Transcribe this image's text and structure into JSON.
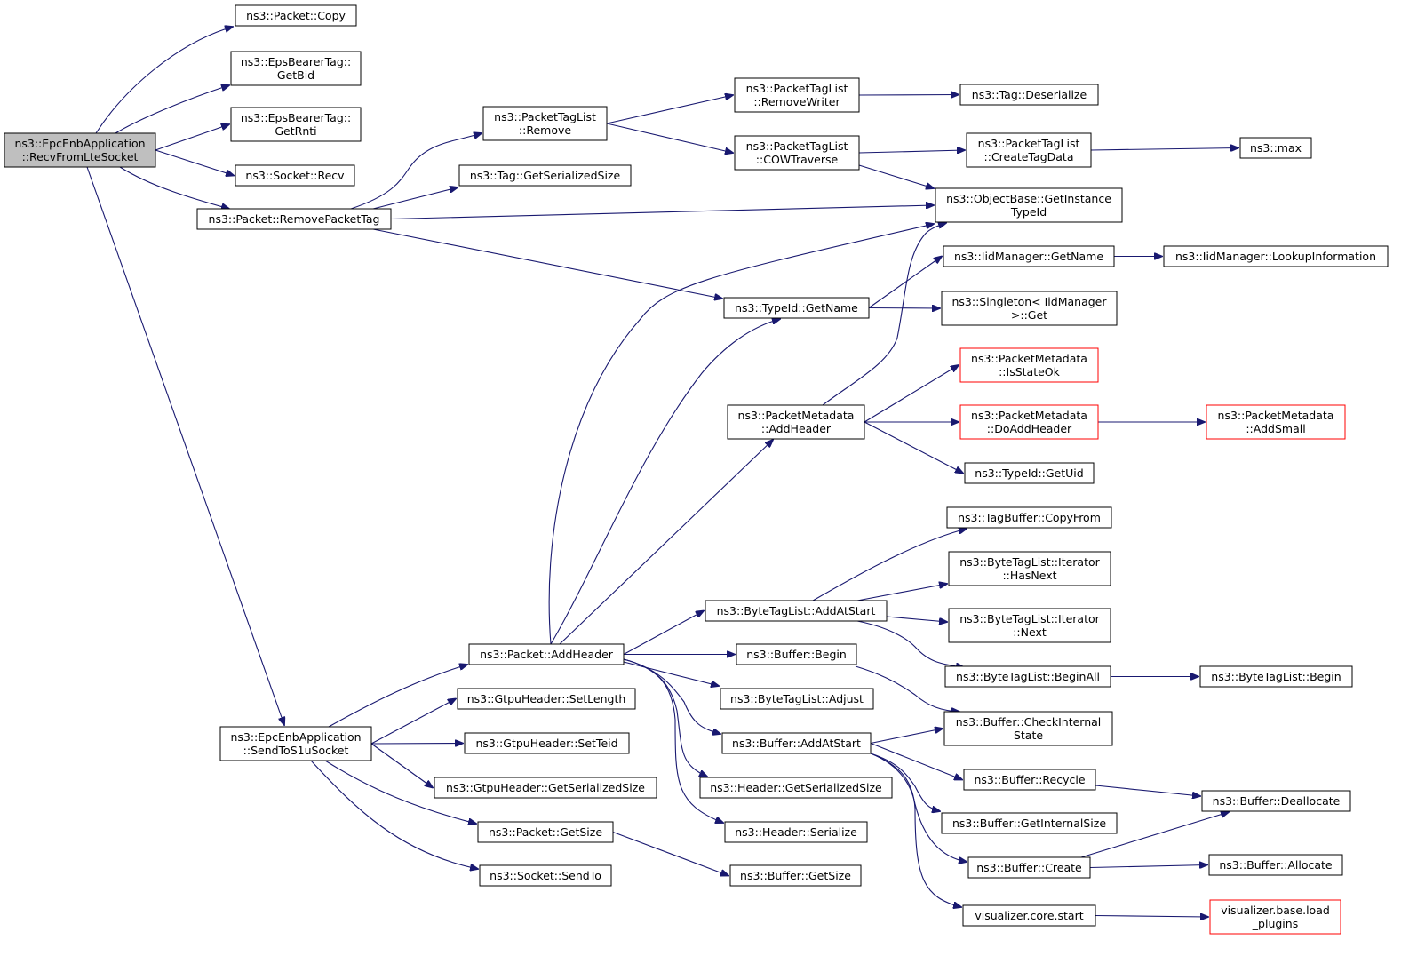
{
  "diagram": {
    "colors": {
      "edge": "#191970",
      "node_border": "#000000",
      "node_fill": "#ffffff",
      "root_fill": "#bfbfbf",
      "incomplete_border": "#ff0000"
    },
    "nodes": [
      {
        "id": "root",
        "lines": [
          "ns3::EpcEnbApplication",
          "::RecvFromLteSocket"
        ],
        "style": "root"
      },
      {
        "id": "packet_copy",
        "lines": [
          "ns3::Packet::Copy"
        ]
      },
      {
        "id": "epsbearer_getbid",
        "lines": [
          "ns3::EpsBearerTag::",
          "GetBid"
        ]
      },
      {
        "id": "epsbearer_getrnti",
        "lines": [
          "ns3::EpsBearerTag::",
          "GetRnti"
        ]
      },
      {
        "id": "socket_recv",
        "lines": [
          "ns3::Socket::Recv"
        ]
      },
      {
        "id": "packet_removepackettag",
        "lines": [
          "ns3::Packet::RemovePacketTag"
        ]
      },
      {
        "id": "send_to_s1u",
        "lines": [
          "ns3::EpcEnbApplication",
          "::SendToS1uSocket"
        ]
      },
      {
        "id": "ptl_remove",
        "lines": [
          "ns3::PacketTagList",
          "::Remove"
        ]
      },
      {
        "id": "tag_getserializedsize",
        "lines": [
          "ns3::Tag::GetSerializedSize"
        ]
      },
      {
        "id": "ptl_removewriter",
        "lines": [
          "ns3::PacketTagList",
          "::RemoveWriter"
        ]
      },
      {
        "id": "ptl_cowtraverse",
        "lines": [
          "ns3::PacketTagList",
          "::COWTraverse"
        ]
      },
      {
        "id": "tag_deserialize",
        "lines": [
          "ns3::Tag::Deserialize"
        ]
      },
      {
        "id": "ptl_createtagdata",
        "lines": [
          "ns3::PacketTagList",
          "::CreateTagData"
        ]
      },
      {
        "id": "ns3_max",
        "lines": [
          "ns3::max"
        ]
      },
      {
        "id": "objectbase_getinstancetypeid",
        "lines": [
          "ns3::ObjectBase::GetInstance",
          "TypeId"
        ]
      },
      {
        "id": "iidmanager_getname",
        "lines": [
          "ns3::IidManager::GetName"
        ]
      },
      {
        "id": "iidmanager_lookupinformation",
        "lines": [
          "ns3::IidManager::LookupInformation"
        ]
      },
      {
        "id": "typeid_getname",
        "lines": [
          "ns3::TypeId::GetName"
        ]
      },
      {
        "id": "singleton_get",
        "lines": [
          "ns3::Singleton< IidManager",
          ">::Get"
        ]
      },
      {
        "id": "pm_isstateok",
        "lines": [
          "ns3::PacketMetadata",
          "::IsStateOk"
        ],
        "style": "red"
      },
      {
        "id": "pm_addheader",
        "lines": [
          "ns3::PacketMetadata",
          "::AddHeader"
        ]
      },
      {
        "id": "pm_doaddheader",
        "lines": [
          "ns3::PacketMetadata",
          "::DoAddHeader"
        ],
        "style": "red"
      },
      {
        "id": "pm_addsmall",
        "lines": [
          "ns3::PacketMetadata",
          "::AddSmall"
        ],
        "style": "red"
      },
      {
        "id": "typeid_getuid",
        "lines": [
          "ns3::TypeId::GetUid"
        ]
      },
      {
        "id": "tagbuffer_copyfrom",
        "lines": [
          "ns3::TagBuffer::CopyFrom"
        ]
      },
      {
        "id": "btl_iter_hasnext",
        "lines": [
          "ns3::ByteTagList::Iterator",
          "::HasNext"
        ]
      },
      {
        "id": "btl_addatstart",
        "lines": [
          "ns3::ByteTagList::AddAtStart"
        ]
      },
      {
        "id": "btl_iter_next",
        "lines": [
          "ns3::ByteTagList::Iterator",
          "::Next"
        ]
      },
      {
        "id": "packet_addheader",
        "lines": [
          "ns3::Packet::AddHeader"
        ]
      },
      {
        "id": "buffer_begin",
        "lines": [
          "ns3::Buffer::Begin"
        ]
      },
      {
        "id": "btl_beginall",
        "lines": [
          "ns3::ByteTagList::BeginAll"
        ]
      },
      {
        "id": "btl_begin",
        "lines": [
          "ns3::ByteTagList::Begin"
        ]
      },
      {
        "id": "btl_adjust",
        "lines": [
          "ns3::ByteTagList::Adjust"
        ]
      },
      {
        "id": "gtpu_setlength",
        "lines": [
          "ns3::GtpuHeader::SetLength"
        ]
      },
      {
        "id": "buffer_checkinternalstate",
        "lines": [
          "ns3::Buffer::CheckInternal",
          "State"
        ]
      },
      {
        "id": "buffer_addatstart",
        "lines": [
          "ns3::Buffer::AddAtStart"
        ]
      },
      {
        "id": "gtpu_setteid",
        "lines": [
          "ns3::GtpuHeader::SetTeid"
        ]
      },
      {
        "id": "buffer_recycle",
        "lines": [
          "ns3::Buffer::Recycle"
        ]
      },
      {
        "id": "gtpu_getserializedsize",
        "lines": [
          "ns3::GtpuHeader::GetSerializedSize"
        ]
      },
      {
        "id": "header_getserializedsize",
        "lines": [
          "ns3::Header::GetSerializedSize"
        ]
      },
      {
        "id": "buffer_deallocate",
        "lines": [
          "ns3::Buffer::Deallocate"
        ]
      },
      {
        "id": "buffer_getinternalsize",
        "lines": [
          "ns3::Buffer::GetInternalSize"
        ]
      },
      {
        "id": "packet_getsize",
        "lines": [
          "ns3::Packet::GetSize"
        ]
      },
      {
        "id": "header_serialize",
        "lines": [
          "ns3::Header::Serialize"
        ]
      },
      {
        "id": "buffer_create",
        "lines": [
          "ns3::Buffer::Create"
        ]
      },
      {
        "id": "buffer_allocate",
        "lines": [
          "ns3::Buffer::Allocate"
        ]
      },
      {
        "id": "socket_sendto",
        "lines": [
          "ns3::Socket::SendTo"
        ]
      },
      {
        "id": "buffer_getsize",
        "lines": [
          "ns3::Buffer::GetSize"
        ]
      },
      {
        "id": "viz_core_start",
        "lines": [
          "visualizer.core.start"
        ]
      },
      {
        "id": "viz_base_loadplugins",
        "lines": [
          "visualizer.base.load",
          "_plugins"
        ],
        "style": "red"
      }
    ],
    "edges": [
      [
        "root",
        "packet_copy"
      ],
      [
        "root",
        "epsbearer_getbid"
      ],
      [
        "root",
        "epsbearer_getrnti"
      ],
      [
        "root",
        "socket_recv"
      ],
      [
        "root",
        "packet_removepackettag"
      ],
      [
        "root",
        "send_to_s1u"
      ],
      [
        "packet_removepackettag",
        "ptl_remove"
      ],
      [
        "packet_removepackettag",
        "tag_getserializedsize"
      ],
      [
        "packet_removepackettag",
        "objectbase_getinstancetypeid"
      ],
      [
        "packet_removepackettag",
        "typeid_getname"
      ],
      [
        "ptl_remove",
        "ptl_removewriter"
      ],
      [
        "ptl_remove",
        "ptl_cowtraverse"
      ],
      [
        "ptl_removewriter",
        "tag_deserialize"
      ],
      [
        "ptl_cowtraverse",
        "ptl_createtagdata"
      ],
      [
        "ptl_cowtraverse",
        "objectbase_getinstancetypeid"
      ],
      [
        "ptl_createtagdata",
        "ns3_max"
      ],
      [
        "typeid_getname",
        "iidmanager_getname"
      ],
      [
        "typeid_getname",
        "singleton_get"
      ],
      [
        "iidmanager_getname",
        "iidmanager_lookupinformation"
      ],
      [
        "pm_addheader",
        "objectbase_getinstancetypeid"
      ],
      [
        "pm_addheader",
        "pm_isstateok"
      ],
      [
        "pm_addheader",
        "pm_doaddheader"
      ],
      [
        "pm_addheader",
        "typeid_getuid"
      ],
      [
        "pm_doaddheader",
        "pm_addsmall"
      ],
      [
        "send_to_s1u",
        "packet_addheader"
      ],
      [
        "send_to_s1u",
        "gtpu_setlength"
      ],
      [
        "send_to_s1u",
        "gtpu_setteid"
      ],
      [
        "send_to_s1u",
        "gtpu_getserializedsize"
      ],
      [
        "send_to_s1u",
        "packet_getsize"
      ],
      [
        "send_to_s1u",
        "socket_sendto"
      ],
      [
        "packet_addheader",
        "objectbase_getinstancetypeid"
      ],
      [
        "packet_addheader",
        "typeid_getname"
      ],
      [
        "packet_addheader",
        "pm_addheader"
      ],
      [
        "packet_addheader",
        "btl_addatstart"
      ],
      [
        "packet_addheader",
        "buffer_begin"
      ],
      [
        "packet_addheader",
        "btl_adjust"
      ],
      [
        "packet_addheader",
        "buffer_addatstart"
      ],
      [
        "packet_addheader",
        "header_getserializedsize"
      ],
      [
        "packet_addheader",
        "header_serialize"
      ],
      [
        "btl_addatstart",
        "tagbuffer_copyfrom"
      ],
      [
        "btl_addatstart",
        "btl_iter_hasnext"
      ],
      [
        "btl_addatstart",
        "btl_iter_next"
      ],
      [
        "btl_addatstart",
        "btl_beginall"
      ],
      [
        "btl_beginall",
        "btl_begin"
      ],
      [
        "buffer_begin",
        "buffer_checkinternalstate"
      ],
      [
        "buffer_addatstart",
        "buffer_checkinternalstate"
      ],
      [
        "buffer_addatstart",
        "buffer_recycle"
      ],
      [
        "buffer_addatstart",
        "buffer_getinternalsize"
      ],
      [
        "buffer_addatstart",
        "buffer_create"
      ],
      [
        "buffer_addatstart",
        "viz_core_start"
      ],
      [
        "buffer_recycle",
        "buffer_deallocate"
      ],
      [
        "buffer_create",
        "buffer_deallocate"
      ],
      [
        "buffer_create",
        "buffer_allocate"
      ],
      [
        "packet_getsize",
        "buffer_getsize"
      ],
      [
        "viz_core_start",
        "viz_base_loadplugins"
      ]
    ]
  }
}
